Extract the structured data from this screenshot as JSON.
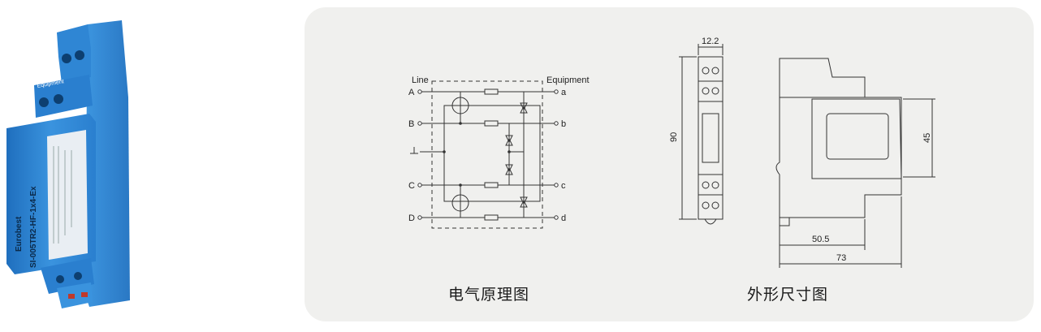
{
  "product": {
    "brand_label": "Eurobest",
    "model_label": "SI-005TR2-HF-1x4-Ex",
    "top_label": "Equipment"
  },
  "schematic": {
    "caption": "电气原理图",
    "line_label": "Line",
    "equipment_label": "Equipment",
    "terminals_in": [
      "A",
      "B",
      "C",
      "D"
    ],
    "terminals_out": [
      "a",
      "b",
      "c",
      "d"
    ]
  },
  "dimensions": {
    "caption": "外形尺寸图",
    "width_label": "12.2",
    "height_label": "90",
    "depth_label": "50.5",
    "total_depth_label": "73",
    "side_height_label": "45"
  },
  "colors": {
    "device_blue": "#2f86d4",
    "panel_bg": "#f0f0ee",
    "line": "#333333"
  }
}
